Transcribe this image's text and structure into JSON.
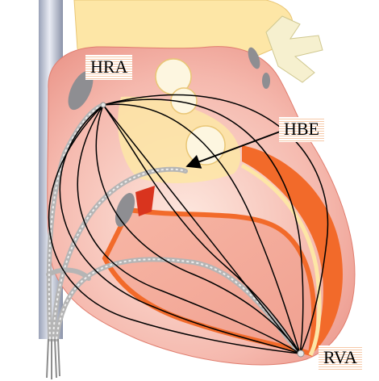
{
  "labels": {
    "hra": "HRA",
    "hbe": "HBE",
    "rva": "RVA"
  },
  "colors": {
    "line": "#000000",
    "heart_outer": "#f7c2b8",
    "atrium_yellow": "#fde6a6",
    "ventricle_orange": "#f26a2a",
    "catheter": "#b9b9b9",
    "vena_cava": "#c9cfe0"
  }
}
